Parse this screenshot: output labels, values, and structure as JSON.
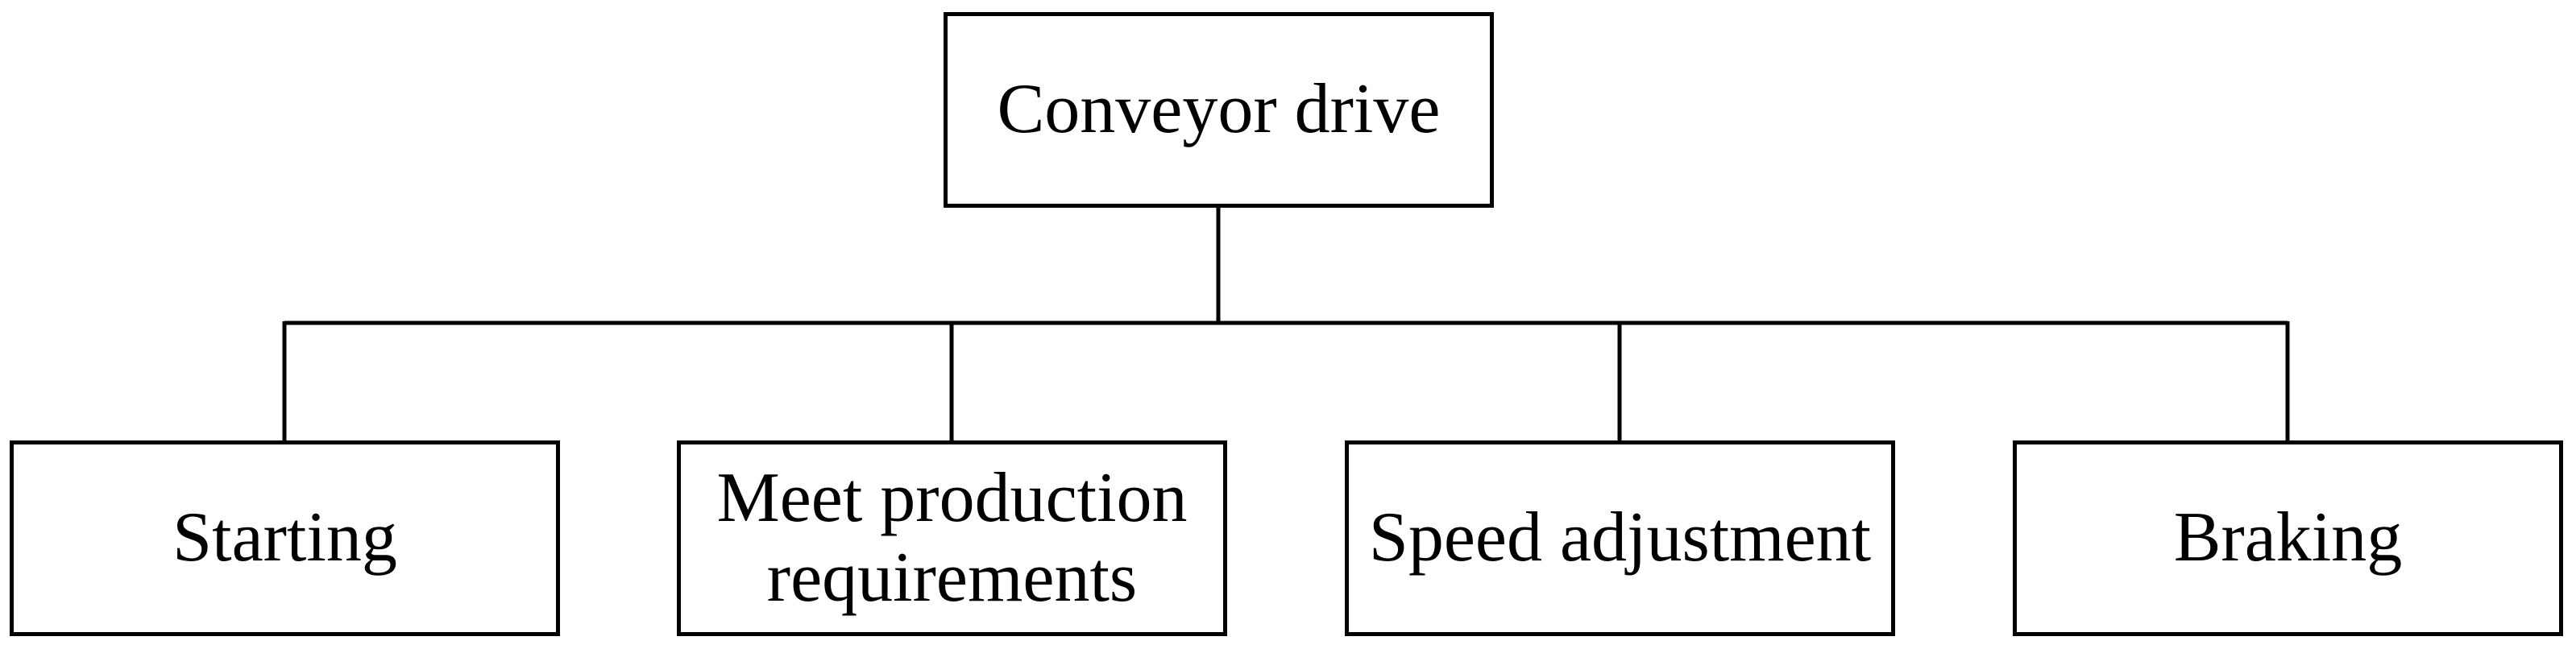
{
  "diagram": {
    "root": {
      "label": "Conveyor drive"
    },
    "children": [
      {
        "label": "Starting"
      },
      {
        "label": "Meet production\nrequirements"
      },
      {
        "label": "Speed adjustment"
      },
      {
        "label": "Braking"
      }
    ],
    "edges": [
      {
        "from": "Conveyor drive",
        "to": "Starting"
      },
      {
        "from": "Conveyor drive",
        "to": "Meet production requirements"
      },
      {
        "from": "Conveyor drive",
        "to": "Speed adjustment"
      },
      {
        "from": "Conveyor drive",
        "to": "Braking"
      }
    ]
  }
}
